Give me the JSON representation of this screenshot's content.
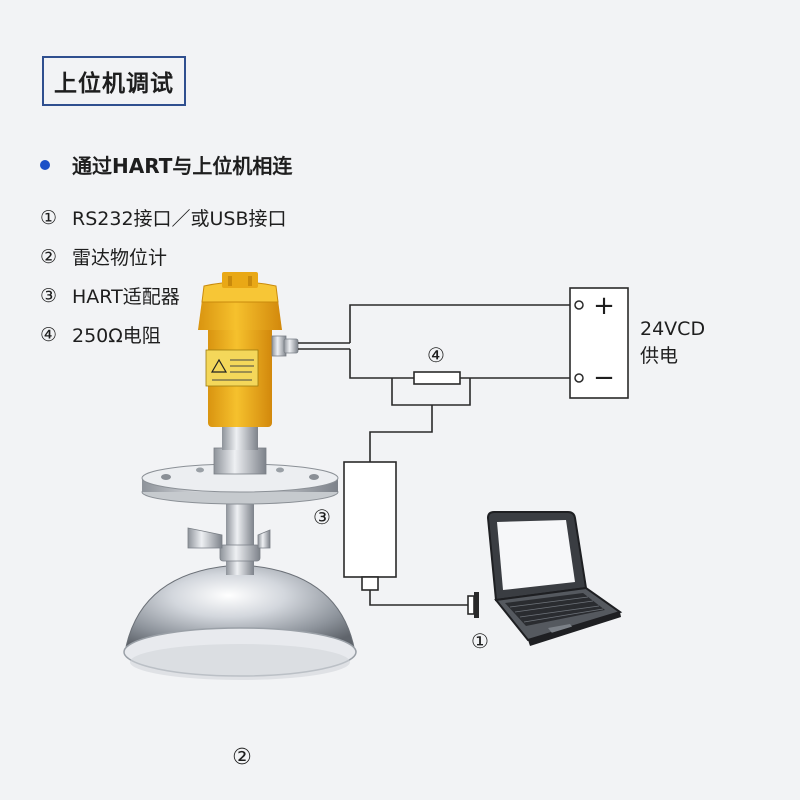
{
  "title": "上位机调试",
  "heading": "通过HART与上位机相连",
  "legend": [
    {
      "num": "①",
      "text": "RS232接口／或USB接口"
    },
    {
      "num": "②",
      "text": "雷达物位计"
    },
    {
      "num": "③",
      "text": "HART适配器"
    },
    {
      "num": "④",
      "text": "250Ω电阻"
    }
  ],
  "power": {
    "voltage": "24VCD",
    "label": "供电",
    "plus": "+",
    "minus": "−"
  },
  "callouts": {
    "interface": "①",
    "meter": "②",
    "adapter": "③",
    "resistor": "④"
  },
  "colors": {
    "background": "#f2f3f5",
    "title_border": "#2f4f8f",
    "bullet": "#1a4fc7",
    "meter_housing": "#f2b01e",
    "wire": "#2a2a2a",
    "steel": "#b9bec6"
  }
}
